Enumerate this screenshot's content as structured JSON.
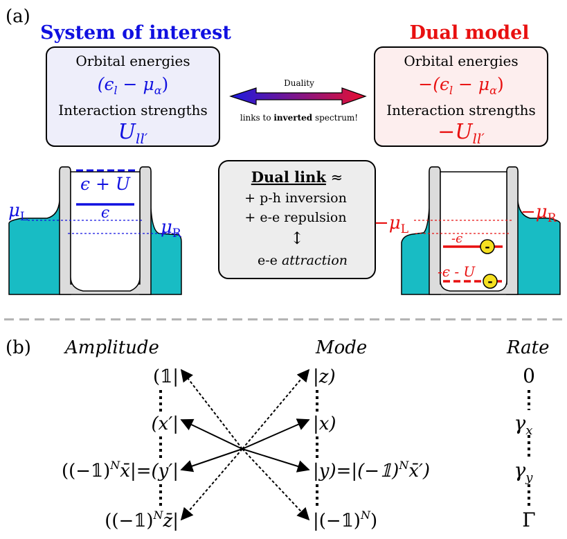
{
  "panel_a": {
    "label": "(a)",
    "system_title": "System of interest",
    "dual_title": "Dual model",
    "system_box": {
      "line1": "Orbital energies",
      "expr1": "(ϵ",
      "expr1_sub": "l",
      "expr1_mid": " − μ",
      "expr1_sub2": "α",
      "expr1_end": ")",
      "line2": "Interaction strengths",
      "expr2": "U",
      "expr2_sub": "ll′"
    },
    "dual_box": {
      "line1": "Orbital energies",
      "expr1": "−(ϵ",
      "expr1_sub": "l",
      "expr1_mid": " − μ",
      "expr1_sub2": "α",
      "expr1_end": ")",
      "line2": "Interaction strengths",
      "expr2": "−U",
      "expr2_sub": "ll′"
    },
    "arrow_top": "Duality",
    "arrow_bottom_pre": "links to ",
    "arrow_bottom_bold": "inverted",
    "arrow_bottom_post": " spectrum!",
    "dual_link": {
      "title": "Dual link",
      "approx": "≈",
      "line1": "+ p-h inversion",
      "line2": "+ e-e repulsion",
      "updown": "↕",
      "line3_pre": "e-e ",
      "line3_it": "attraction"
    },
    "left_dot": {
      "eps_plus_u": "ϵ + U",
      "eps": "ϵ",
      "mu": "μ",
      "mu_l_sub": "L",
      "mu_r_sub": "R"
    },
    "right_dot": {
      "minus_eps": "-ϵ",
      "minus_eps_minus_u": "-ϵ - U",
      "mu": "−μ",
      "mu_l_sub": "L",
      "mu_r_sub": "R",
      "electron": "-"
    }
  },
  "panel_b": {
    "label": "(b)",
    "col_amplitude": "Amplitude",
    "col_mode": "Mode",
    "col_rate": "Rate",
    "amplitudes": [
      "(𝟙|",
      "(x′|",
      "((−𝟙)",
      "((−𝟙)"
    ],
    "amp_row3_rest": "x̄|=(y′|",
    "amp_row4_rest": "z̄|",
    "amp_sup": "N",
    "modes": [
      "|z)",
      "|x)",
      "|y)=|(−𝟙)",
      "|(−𝟙)"
    ],
    "mode_row3_rest": "x̄′)",
    "mode_row4_rest": ")",
    "mode_sup": "N",
    "rates": [
      "0",
      "γ",
      "γ",
      "Γ"
    ],
    "rate_subs": [
      "",
      "x",
      "y",
      ""
    ]
  },
  "colors": {
    "system_blue": "#1010e0",
    "dual_red": "#e81010",
    "teal": "#18bcc4",
    "system_box_bg": "#eeeefa",
    "dual_box_bg": "#fdeeee",
    "link_box_bg": "#ededed",
    "electron_yellow": "#f5e020"
  }
}
